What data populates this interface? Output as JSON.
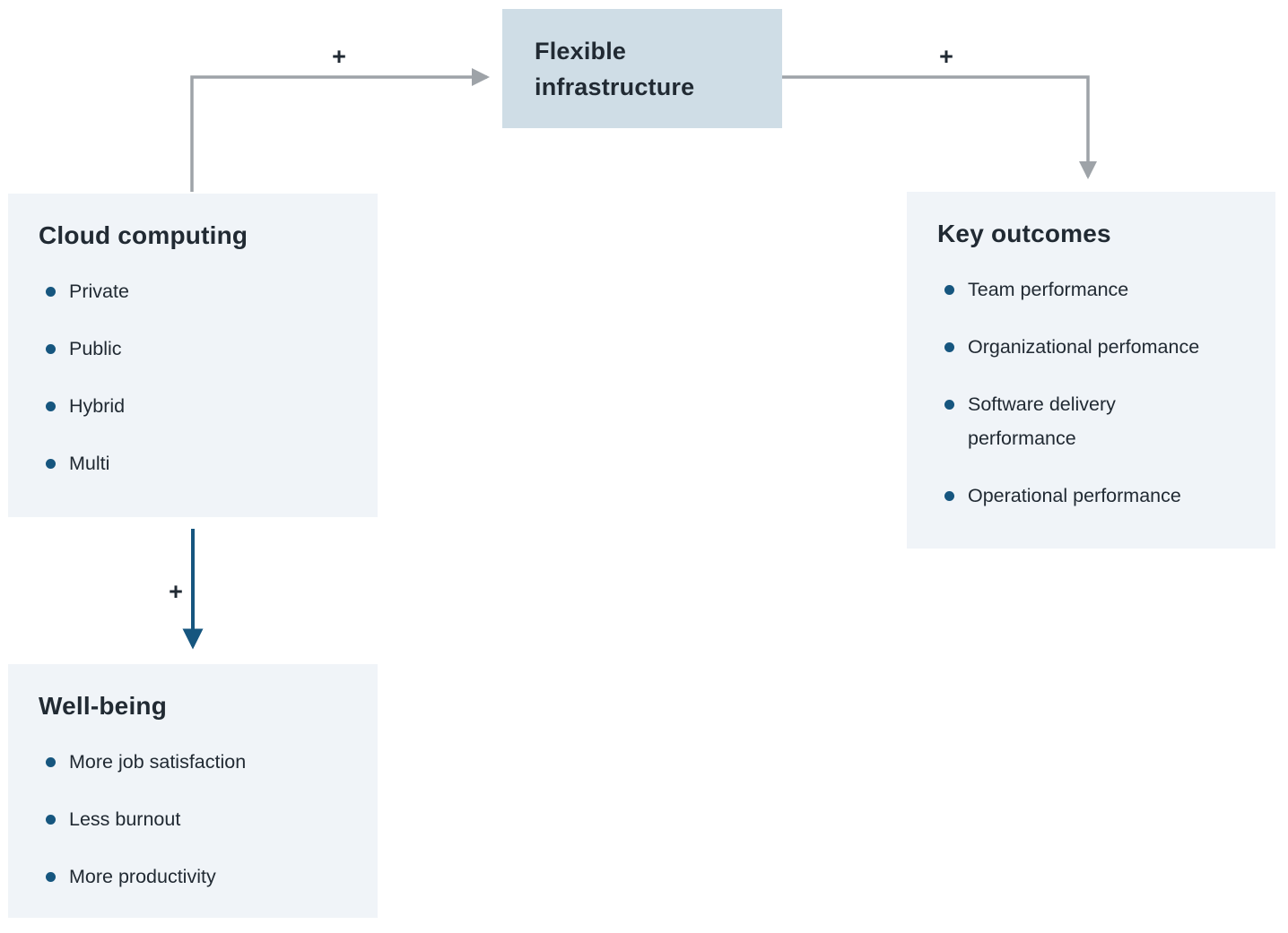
{
  "nodes": {
    "flexible_infrastructure": {
      "title": "Flexible infrastructure"
    },
    "cloud_computing": {
      "title": "Cloud computing",
      "items": [
        "Private",
        "Public",
        "Hybrid",
        "Multi"
      ]
    },
    "key_outcomes": {
      "title": "Key outcomes",
      "items": [
        "Team performance",
        "Organizational perfomance",
        "Software delivery performance",
        "Operational performance"
      ]
    },
    "well_being": {
      "title": "Well-being",
      "items": [
        "More job satisfaction",
        "Less burnout",
        "More productivity"
      ]
    }
  },
  "connections": [
    {
      "from": "cloud_computing",
      "to": "flexible_infrastructure",
      "label": "+",
      "color": "#9EA3A8"
    },
    {
      "from": "flexible_infrastructure",
      "to": "key_outcomes",
      "label": "+",
      "color": "#9EA3A8"
    },
    {
      "from": "cloud_computing",
      "to": "well_being",
      "label": "+",
      "color": "#16567F"
    }
  ],
  "colors": {
    "highlight_box_bg": "#CFDDE6",
    "list_box_bg": "#F0F4F8",
    "text": "#212A33",
    "bullet": "#16567F",
    "arrow_gray": "#9EA3A8",
    "arrow_blue": "#16567F"
  }
}
